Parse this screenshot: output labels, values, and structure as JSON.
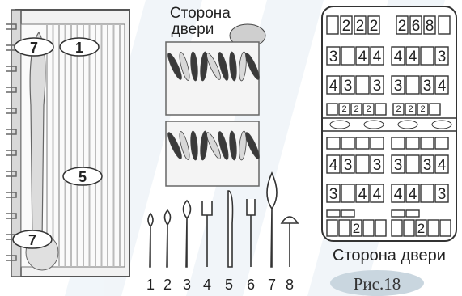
{
  "rack": {
    "labels": [
      "7",
      "1",
      "5",
      "7"
    ]
  },
  "door_side_top": "Сторона\nдвери",
  "utensils": [
    "1",
    "2",
    "3",
    "4",
    "5",
    "6",
    "7",
    "8"
  ],
  "grid": {
    "top": {
      "row1_left": [
        "2",
        "2",
        "2"
      ],
      "row1_right": [
        "2",
        "6",
        "8"
      ],
      "row2_left": [
        "3",
        "",
        "4",
        "4"
      ],
      "row2_right": [
        "4",
        "4",
        "",
        "3"
      ],
      "row3_left": [
        "4",
        "3",
        "",
        "3"
      ],
      "row3_right": [
        "3",
        "",
        "3",
        "4"
      ],
      "row4_left": [
        "2",
        "2",
        "2"
      ],
      "row4_right": [
        "2",
        "2",
        "2"
      ]
    },
    "bottom": {
      "row2_left": [
        "4",
        "3",
        "",
        "3"
      ],
      "row2_right": [
        "3",
        "",
        "3",
        "4"
      ],
      "row3_left": [
        "3",
        "",
        "4",
        "4"
      ],
      "row3_right": [
        "4",
        "4",
        "",
        "3"
      ],
      "row5_left": [
        "2"
      ],
      "row5_right": [
        "2"
      ]
    },
    "caption": "Сторона двери"
  },
  "figure_label": "Рис.18",
  "colors": {
    "accent": "#c9d6df",
    "ink": "#222222",
    "watermark": "#e6eef5"
  }
}
